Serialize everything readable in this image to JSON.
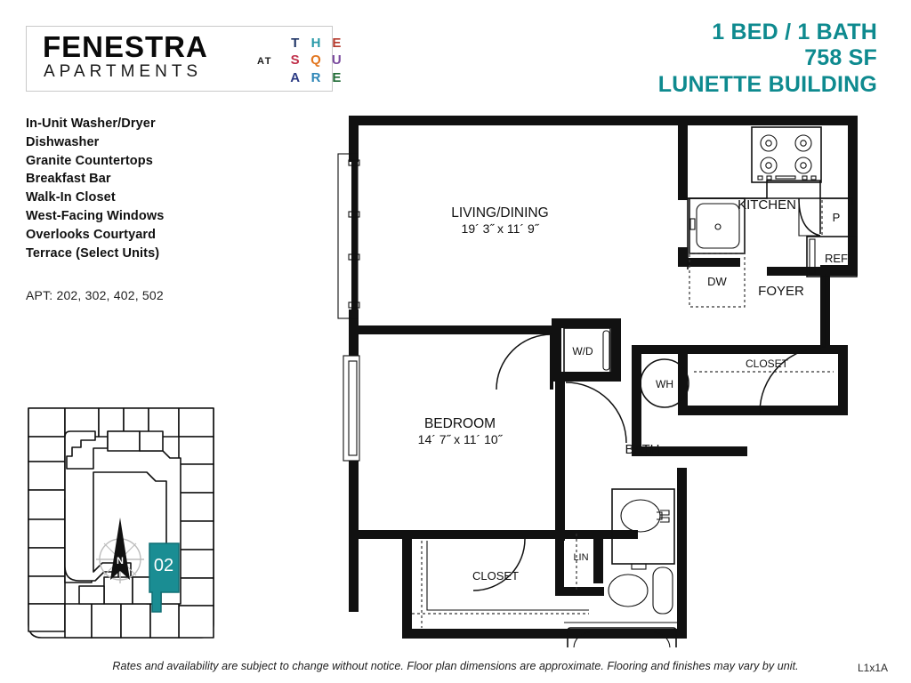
{
  "logo": {
    "brand": "FENESTRA",
    "subtitle": "APARTMENTS",
    "connector": "AT",
    "square_letters": [
      {
        "char": "T",
        "color": "#1f3566"
      },
      {
        "char": "H",
        "color": "#2a9aa8"
      },
      {
        "char": "E",
        "color": "#b5392c"
      },
      {
        "char": "S",
        "color": "#c0304a"
      },
      {
        "char": "Q",
        "color": "#e2761f"
      },
      {
        "char": "U",
        "color": "#7a4a9e"
      },
      {
        "char": "A",
        "color": "#2b3b84"
      },
      {
        "char": "R",
        "color": "#2f87b8"
      },
      {
        "char": "E",
        "color": "#1f6b35"
      }
    ]
  },
  "header": {
    "bed_bath": "1 BED / 1 BATH",
    "square_feet": "758 SF",
    "building": "LUNETTE BUILDING",
    "accent_color": "#0e8a8f"
  },
  "features": {
    "items": [
      "In-Unit Washer/Dryer",
      "Dishwasher",
      "Granite Countertops",
      "Breakfast Bar",
      "Walk-In Closet",
      "West-Facing Windows",
      "Overlooks Courtyard",
      "Terrace (Select Units)"
    ],
    "apt_line": "APT: 202, 302, 402, 502"
  },
  "key_plan": {
    "highlighted_unit": "02",
    "compass_label": "N",
    "highlight_color": "#1a8d93"
  },
  "floorplan": {
    "rooms": [
      {
        "name": "LIVING/DINING",
        "dimensions": "19´ 3˝ x 11´ 9˝"
      },
      {
        "name": "BEDROOM",
        "dimensions": "14´ 7˝ x 11´ 10˝"
      }
    ],
    "labels": {
      "kitchen": "KITCHEN",
      "bath": "BATH",
      "foyer": "FOYER",
      "closet_foyer": "CLOSET",
      "closet_bedroom": "CLOSET",
      "linen": "LIN",
      "washer_dryer": "W/D",
      "water_heater": "WH",
      "dishwasher": "DW",
      "refrigerator": "REF",
      "pantry": "P"
    }
  },
  "footer": {
    "disclaimer": "Rates and availability are subject to change without notice. Floor plan dimensions are approximate. Flooring and finishes may vary by unit.",
    "plan_code": "L1x1A"
  }
}
